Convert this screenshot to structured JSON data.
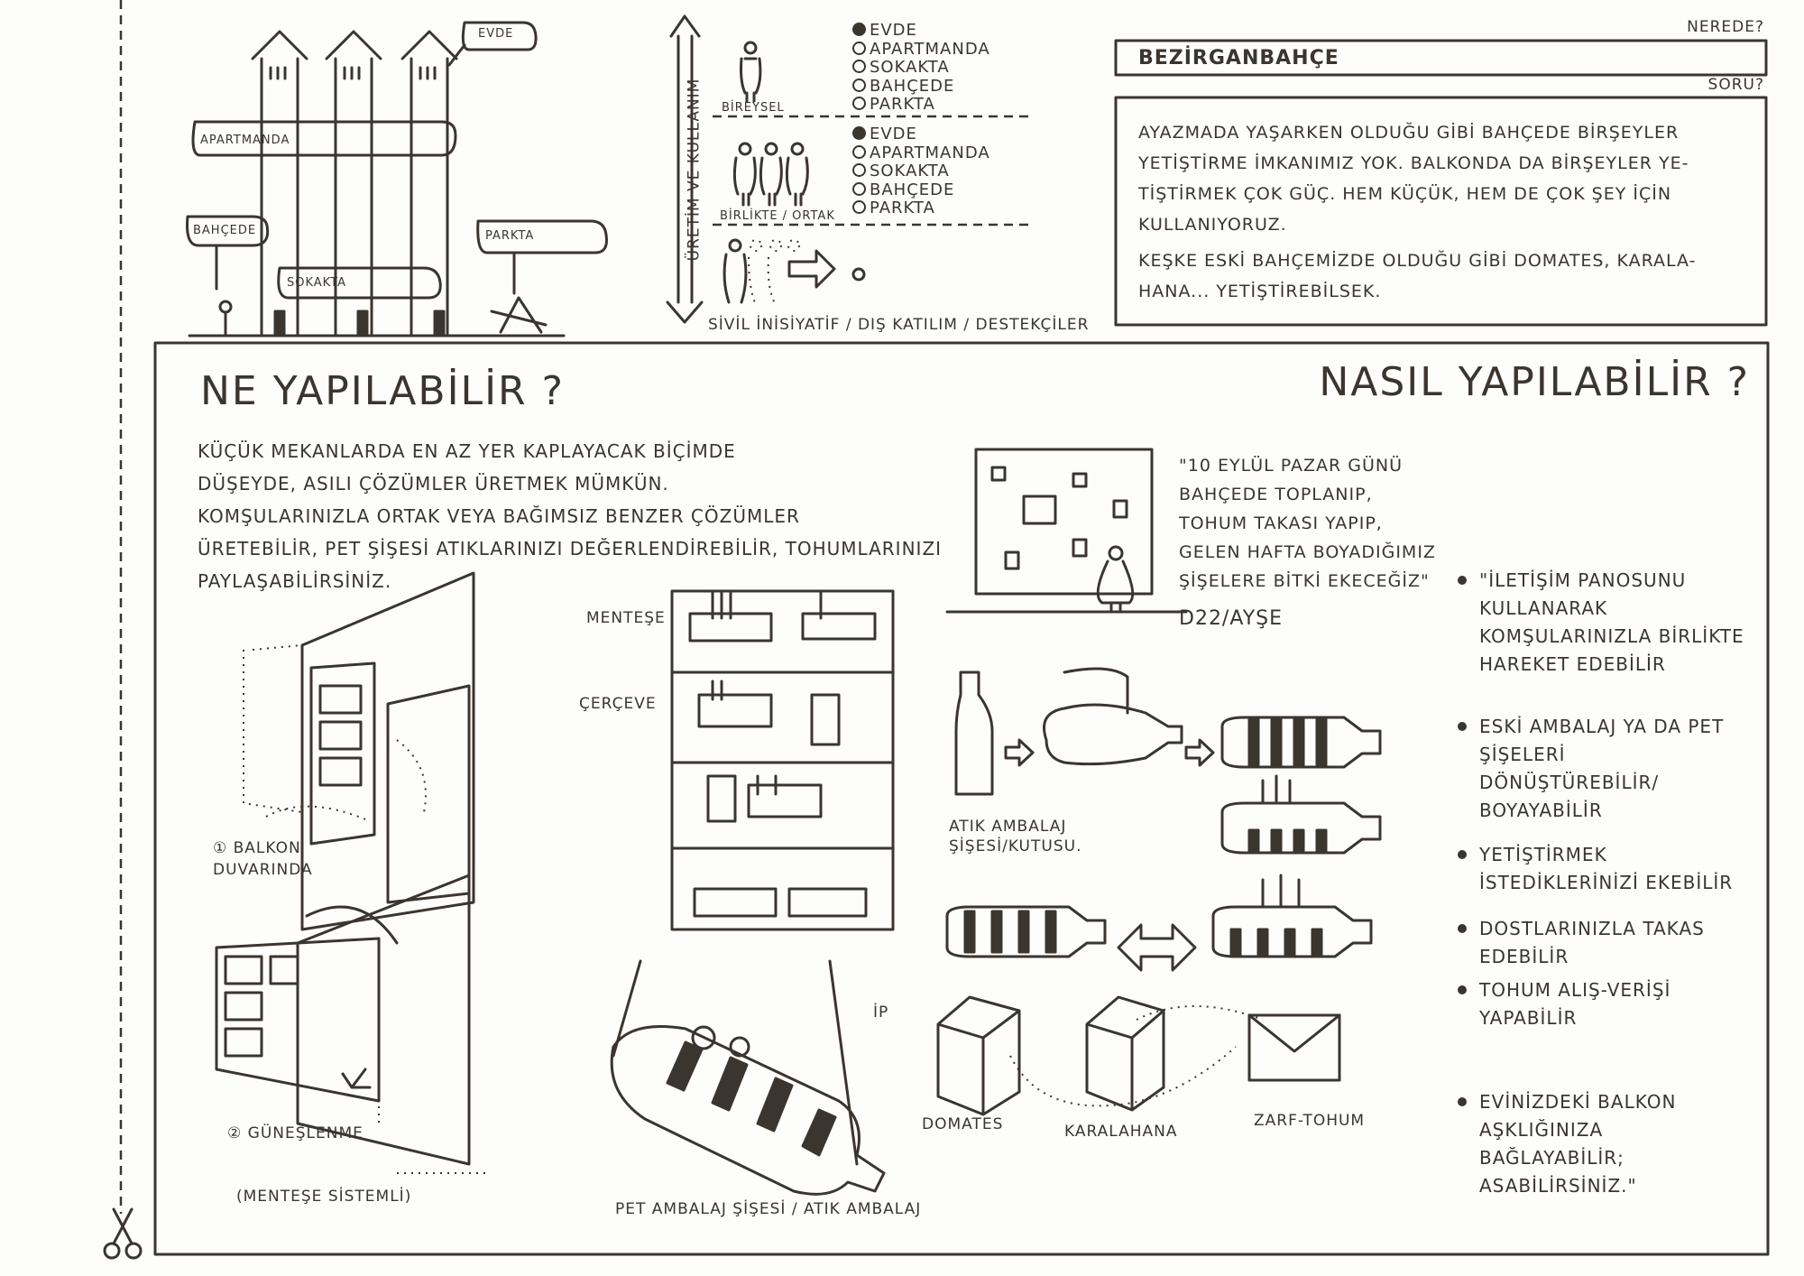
{
  "header": {
    "where_label": "NEREDE?",
    "where_value": "BEZİRGANBAHÇE",
    "question_label": "SORU?",
    "question_text": [
      "AYAZMADA YAŞARKEN OLDUĞU GİBİ BAHÇEDE BİRŞEYLER",
      "YETİŞTİRME İMKANIMIZ YOK. BALKONDA DA BİRŞEYLER YE-",
      "TİŞTİRMEK ÇOK GÜÇ. HEM KÜÇÜK, HEM DE ÇOK ŞEY İÇİN",
      "KULLANIYORUZ.",
      "KEŞKE ESKİ BAHÇEMİZDE OLDUĞU GİBİ DOMATES, KARALA-",
      "HANA... YETİŞTİREBİLSEK."
    ]
  },
  "building": {
    "labels": {
      "evde": "EVDE",
      "apartmanda": "APARTMANDA",
      "bahcede": "BAHÇEDE",
      "sokakta": "SOKAKTA",
      "parkta": "PARKTA"
    }
  },
  "scale": {
    "axis_label": "ÜRETİM VE KULLANIM",
    "footer": "SİVİL İNİSİYATİF / DIŞ KATILIM / DESTEKÇİLER",
    "groups": [
      {
        "label": "BİREYSEL",
        "options": [
          {
            "text": "EVDE",
            "selected": true
          },
          {
            "text": "APARTMANDA",
            "selected": false
          },
          {
            "text": "SOKAKTA",
            "selected": false
          },
          {
            "text": "BAHÇEDE",
            "selected": false
          },
          {
            "text": "PARKTA",
            "selected": false
          }
        ]
      },
      {
        "label": "BİRLİKTE / ORTAK",
        "options": [
          {
            "text": "EVDE",
            "selected": true
          },
          {
            "text": "APARTMANDA",
            "selected": false
          },
          {
            "text": "SOKAKTA",
            "selected": false
          },
          {
            "text": "BAHÇEDE",
            "selected": false
          },
          {
            "text": "PARKTA",
            "selected": false
          }
        ]
      }
    ]
  },
  "main": {
    "left_title": "NE YAPILABİLİR ?",
    "right_title": "NASIL YAPILABİLİR ?",
    "intro": [
      "KÜÇÜK MEKANLARDA EN AZ YER KAPLAYACAK BİÇİMDE",
      "DÜŞEYDE, ASILI ÇÖZÜMLER ÜRETMEK MÜMKÜN.",
      "KOMŞULARINIZLA ORTAK VEYA BAĞIMSIZ BENZER ÇÖZÜMLER",
      "ÜRETEBİLİR, PET ŞİŞESİ ATIKLARINIZI DEĞERLENDİREBİLİR, TOHUMLARINIZI",
      "PAYLAŞABİLİRSİNİZ."
    ],
    "sketch_labels": {
      "hinge": "MENTEŞE",
      "frame": "ÇERÇEVE",
      "rope": "İP",
      "option1": "① BALKON DUVARINDA",
      "option2": "② GÜNEŞLENME",
      "option2_note": "(MENTEŞE SİSTEMLİ)",
      "hanging": "PET AMBALAJ ŞİŞESİ / ATIK AMBALAJ",
      "waste": "ATIK AMBALAJ ŞİŞESİ/KUTUSU.",
      "tomato": "DOMATES",
      "cabbage": "KARALAHANA",
      "seed": "ZARF-TOHUM"
    },
    "quote": [
      "\"10 EYLÜL PAZAR GÜNÜ",
      "BAHÇEDE TOPLANIP,",
      "TOHUM TAKASI YAPIP,",
      "GELEN HAFTA BOYADIĞIMIZ",
      "ŞİŞELERE BİTKİ EKECEĞİZ\""
    ],
    "quote_author": "D22/AYŞE",
    "bullets": [
      "\"İLETİŞİM PANOSUNU KULLANARAK KOMŞULARINIZLA BİRLİKTE HAREKET EDEBİLİR",
      "ESKİ AMBALAJ YA DA PET ŞİŞELERİ DÖNÜŞTÜREBİLİR/ BOYAYABİLİR",
      "YETİŞTİRMEK İSTEDİKLERİNİZİ EKEBİLİR",
      "DOSTLARINIZLA TAKAS EDEBİLİR",
      "TOHUM ALIŞ-VERİŞİ YAPABİLİR",
      "EVİNİZDEKİ BALKON AŞKLIĞINIZA BAĞLAYABİLİR; ASABİLİRSİNİZ.\""
    ]
  }
}
